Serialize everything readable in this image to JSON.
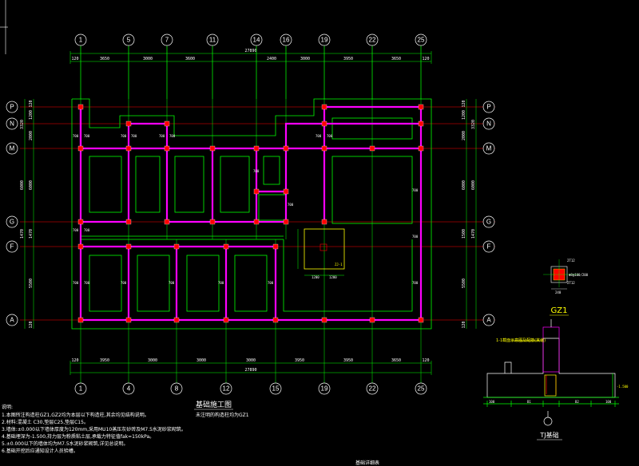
{
  "drawing": {
    "title": "基础施工图",
    "subtitle": "未注明的构造柱均为GZ1",
    "colors": {
      "background": "#000000",
      "grid_axis": "#00ff00",
      "grid_red": "#ff0000",
      "wall": "#ff00ff",
      "foundation": "#00ff00",
      "dimension": "#ffffff",
      "text_yellow": "#ffff00",
      "column_fill": "#ff0000"
    }
  },
  "grid": {
    "top_axes": [
      "1",
      "5",
      "7",
      "11",
      "14",
      "16",
      "19",
      "22",
      "25"
    ],
    "bottom_axes": [
      "1",
      "4",
      "8",
      "12",
      "15",
      "19",
      "22",
      "25"
    ],
    "left_axes": [
      "P",
      "N",
      "M",
      "G",
      "F",
      "A"
    ],
    "right_axes": [
      "P",
      "N",
      "M",
      "G",
      "F",
      "A"
    ]
  },
  "dimensions": {
    "top_total": "27890",
    "top_left_offset": "120",
    "top_right_offset": "120",
    "top_spans": [
      "3650",
      "3000",
      "3600",
      "2400",
      "3000",
      "3950",
      "3650"
    ],
    "bottom_total": "27890",
    "bottom_left_offset": "120",
    "bottom_right_offset": "120",
    "bottom_spans": [
      "3950",
      "3000",
      "3000",
      "3000",
      "3950",
      "3950",
      "3650"
    ],
    "left_spans": [
      "120",
      "1200",
      "2000",
      "6000",
      "1470",
      "5500",
      "120"
    ],
    "left_totals": [
      "3320",
      "6000",
      "1470"
    ],
    "right_spans": [
      "120",
      "1200",
      "2000",
      "6000",
      "1500",
      "5500",
      "120"
    ],
    "right_totals": [
      "3320",
      "6000",
      "1470"
    ]
  },
  "wall_labels": {
    "width": "700",
    "gz": "GZ1"
  },
  "column_block": {
    "label": "ZJ-1",
    "dim_a": "1200",
    "dim_b": "1200"
  },
  "gz1_detail": {
    "title": "GZ1",
    "rebar_top": "2T12",
    "rebar_stirrup": "Φ8@100/200",
    "rebar_bottom": "2T12",
    "size": "240"
  },
  "tj_detail": {
    "title": "TJ基础",
    "callout": "1-1截面示意图及配筋(其他)",
    "level": "-1.500",
    "dim_a": "B1",
    "dim_b": "B2",
    "dim_c": "100",
    "dim_d": "100"
  },
  "notes": [
    "说明:",
    "1.本图所注构造柱GZ1,GZ2均为本层以下构造柱,其余均见结构说明。",
    "2.材料:混凝土 C30,垫层C25,垫层C15。",
    "3.墙体:±0.000以下墙体厚度为120mm,采用MU10蒸压灰砂砖及M7.5水泥砂浆砌筑。",
    "4.基础埋深为-1.500,持力层为粉质粘土层,承载力特征值fak=150kPa。",
    "5.±0.000以下的墙体均为M7.5水泥砂浆砌筑,详见总说明。",
    "6.基础开挖后应通知设计人员验槽。"
  ],
  "bottom_caption": "基础详细表"
}
